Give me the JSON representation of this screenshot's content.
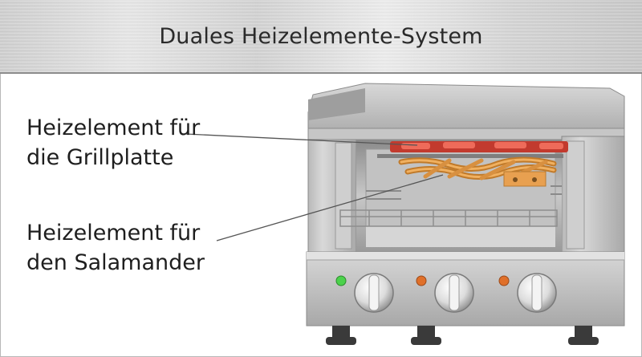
{
  "header": {
    "title": "Duales Heizelemente-System"
  },
  "labels": {
    "grill_line1": "Heizelement für",
    "grill_line2": "die Grillplatte",
    "salamander_line1": "Heizelement für",
    "salamander_line2": "den Salamander"
  },
  "colors": {
    "steel_light": "#dcdcdc",
    "steel_mid": "#bdbdbd",
    "steel_dark": "#8f8f8f",
    "heating_red": "#d23a2a",
    "heating_orange": "#e7a24a",
    "indicator_green": "#4cd24c",
    "indicator_orange": "#e0702a"
  },
  "icons": {
    "appliance": "salamander-grill-appliance-illustration",
    "knobs": "control-knob-icon",
    "lamps": "indicator-lamp-icon"
  }
}
